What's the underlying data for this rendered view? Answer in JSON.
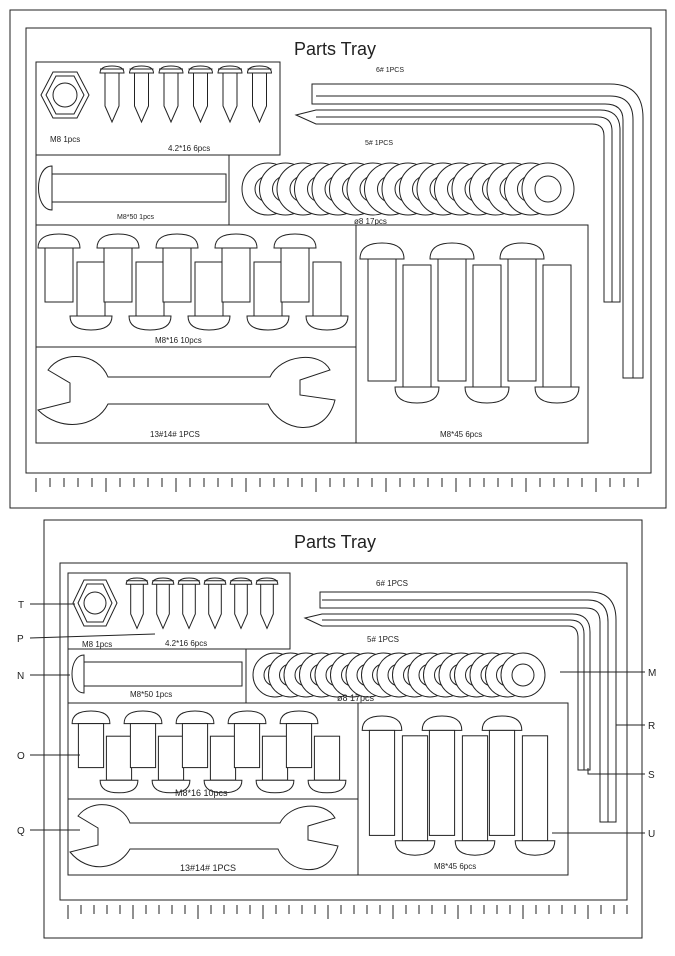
{
  "panels": [
    {
      "id": "top",
      "title": "Parts Tray",
      "labels": {
        "nut": "M8 1pcs",
        "screws": "4.2*16 6pcs",
        "rod": "M8*50 1pcs",
        "washers": "ø8 17pcs",
        "short_bolts": "M8*16 10pcs",
        "wrench": "13#14# 1PCS",
        "long_bolts": "M8*45 6pcs",
        "hex_key_6": "6# 1PCS",
        "hex_key_5": "5# 1PCS"
      }
    },
    {
      "id": "bottom",
      "title": "Parts Tray",
      "labels": {
        "nut": "M8 1pcs",
        "screws": "4.2*16 6pcs",
        "rod": "M8*50 1pcs",
        "washers": "ø8 17pcs",
        "short_bolts": "M8*16 10pcs",
        "wrench": "13#14# 1PCS",
        "long_bolts": "M8*45 6pcs",
        "hex_key_6": "6# 1PCS",
        "hex_key_5": "5# 1PCS"
      },
      "callouts": {
        "T": "T",
        "P": "P",
        "N": "N",
        "O": "O",
        "Q": "Q",
        "M": "M",
        "R": "R",
        "S": "S",
        "U": "U"
      }
    }
  ],
  "counts": {
    "screws": 6,
    "washers": 17,
    "short_bolts": 10,
    "long_bolts": 6
  },
  "colors": {
    "line": "#222222",
    "background": "#ffffff"
  }
}
